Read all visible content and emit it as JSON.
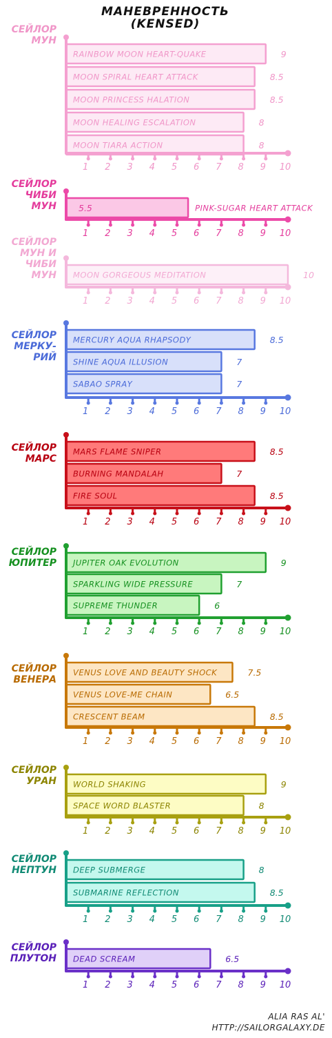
{
  "title": {
    "line1": "Маневренность",
    "line2": "(Kensed)"
  },
  "credit": {
    "author": "Alia Ras Al'",
    "site": "http://sailorgalaxy.de"
  },
  "chart_data": [
    {
      "type": "bar",
      "name_lines": [
        "Сейлор",
        "Мун"
      ],
      "color": "#f4a0d0",
      "fill": "#fdeaf5",
      "text_color": "#f096c8",
      "xlim": [
        0,
        10
      ],
      "ticks": [
        1,
        2,
        3,
        4,
        5,
        6,
        7,
        8,
        9,
        10
      ],
      "categories": [
        "Rainbow Moon Heart-Quake",
        "Moon Spiral Heart Attack",
        "Moon Princess Halation",
        "Moon Healing Escalation",
        "Moon Tiara Action"
      ],
      "values": [
        9,
        8.5,
        8.5,
        8,
        8
      ]
    },
    {
      "type": "bar",
      "name_lines": [
        "Сейлор",
        "Чиби",
        "Мун"
      ],
      "color": "#ec4aa8",
      "fill": "#fbc8e6",
      "text_color": "#e43c9c",
      "xlim": [
        0,
        10
      ],
      "ticks": [
        1,
        2,
        3,
        4,
        5,
        6,
        7,
        8,
        9,
        10
      ],
      "categories": [
        "Pink-Sugar Heart Attack"
      ],
      "values": [
        5.5
      ],
      "label_outside": true
    },
    {
      "type": "bar",
      "name_lines": [
        "Сейлор",
        "Мун и",
        "Чиби",
        "Мун"
      ],
      "color": "#f4b8dc",
      "fill": "#fdf0f8",
      "text_color": "#f2a8d2",
      "xlim": [
        0,
        10
      ],
      "ticks": [
        1,
        2,
        3,
        4,
        5,
        6,
        7,
        8,
        9,
        10
      ],
      "categories": [
        "Moon Gorgeous Meditation"
      ],
      "values": [
        10
      ]
    },
    {
      "type": "bar",
      "name_lines": [
        "Сейлор",
        "Мерку-",
        "рий"
      ],
      "color": "#5878e0",
      "fill": "#d8e0fa",
      "text_color": "#4a6ad8",
      "xlim": [
        0,
        10
      ],
      "ticks": [
        1,
        2,
        3,
        4,
        5,
        6,
        7,
        8,
        9,
        10
      ],
      "categories": [
        "Mercury Aqua Rhapsody",
        "Shine Aqua Illusion",
        "Sabao Spray"
      ],
      "values": [
        8.5,
        7,
        7
      ]
    },
    {
      "type": "bar",
      "name_lines": [
        "Сейлор",
        "Марс"
      ],
      "color": "#c8101a",
      "fill": "#ff7a7a",
      "text_color": "#b80010",
      "xlim": [
        0,
        10
      ],
      "ticks": [
        1,
        2,
        3,
        4,
        5,
        6,
        7,
        8,
        9,
        10
      ],
      "categories": [
        "Mars Flame Sniper",
        "Burning Mandalah",
        "Fire Soul"
      ],
      "values": [
        8.5,
        7,
        8.5
      ]
    },
    {
      "type": "bar",
      "name_lines": [
        "Сейлор",
        "Юпитер"
      ],
      "color": "#20a030",
      "fill": "#c8f5c0",
      "text_color": "#159020",
      "xlim": [
        0,
        10
      ],
      "ticks": [
        1,
        2,
        3,
        4,
        5,
        6,
        7,
        8,
        9,
        10
      ],
      "categories": [
        "Jupiter Oak Evolution",
        "Sparkling Wide Pressure",
        "Supreme Thunder"
      ],
      "values": [
        9,
        7,
        6
      ]
    },
    {
      "type": "bar",
      "name_lines": [
        "Сейлор",
        "Венера"
      ],
      "color": "#c87808",
      "fill": "#fde6c4",
      "text_color": "#b86a00",
      "xlim": [
        0,
        10
      ],
      "ticks": [
        1,
        2,
        3,
        4,
        5,
        6,
        7,
        8,
        9,
        10
      ],
      "categories": [
        "Venus Love and Beauty Shock",
        "Venus Love-Me Chain",
        "Crescent Beam"
      ],
      "values": [
        7.5,
        6.5,
        8.5
      ]
    },
    {
      "type": "bar",
      "name_lines": [
        "Сейлор",
        "Уран"
      ],
      "color": "#a8a010",
      "fill": "#fdfcc4",
      "text_color": "#8c8400",
      "xlim": [
        0,
        10
      ],
      "ticks": [
        1,
        2,
        3,
        4,
        5,
        6,
        7,
        8,
        9,
        10
      ],
      "categories": [
        "World Shaking",
        "Space Word Blaster"
      ],
      "values": [
        9,
        8
      ]
    },
    {
      "type": "bar",
      "name_lines": [
        "Сейлор",
        "Нептун"
      ],
      "color": "#18a088",
      "fill": "#c4f8ee",
      "text_color": "#108a74",
      "xlim": [
        0,
        10
      ],
      "ticks": [
        1,
        2,
        3,
        4,
        5,
        6,
        7,
        8,
        9,
        10
      ],
      "categories": [
        "Deep Submerge",
        "Submarine Reflection"
      ],
      "values": [
        8,
        8.5
      ]
    },
    {
      "type": "bar",
      "name_lines": [
        "Сейлор",
        "Плутон"
      ],
      "color": "#6a30c8",
      "fill": "#e0d0f8",
      "text_color": "#5a20b8",
      "xlim": [
        0,
        10
      ],
      "ticks": [
        1,
        2,
        3,
        4,
        5,
        6,
        7,
        8,
        9,
        10
      ],
      "categories": [
        "Dead Scream"
      ],
      "values": [
        6.5
      ]
    }
  ]
}
